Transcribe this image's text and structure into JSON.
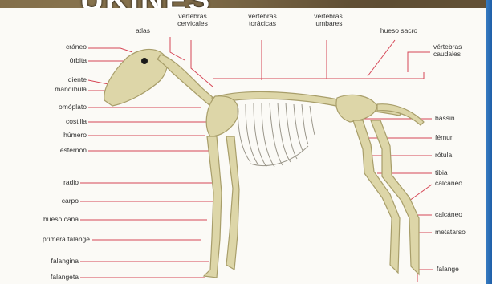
{
  "heading": "UKINES",
  "labels": {
    "top": {
      "atlas": "atlas",
      "vertebras_cervicales": "vértebras\ncervicales",
      "vertebras_toracicas": "vértebras\ntorácicas",
      "vertebras_lumbares": "vértebras\nlumbares",
      "hueso_sacro": "hueso sacro"
    },
    "left": {
      "craneo": "cráneo",
      "orbita": "órbita",
      "diente": "diente",
      "mandibula": "mandíbula",
      "omoplato": "omóplato",
      "costilla": "costilla",
      "humero": "húmero",
      "esternon": "esternón",
      "radio": "radio",
      "carpo": "carpo",
      "hueso_cana": "hueso caña",
      "primera_falange": "primera falange",
      "falangina": "falangina",
      "falangeta": "falangeta"
    },
    "right": {
      "vertebras_caudales": "vértebras\ncaudales",
      "basin": "bassin",
      "femur": "fémur",
      "rotula": "rótula",
      "tibia": "tibia",
      "calcaneo": "calcáneo",
      "calcaneo2": "calcáneo",
      "metatarso": "metatarso",
      "falange": "falange"
    }
  },
  "colors": {
    "leader_line": "#d64555",
    "bone": "#ddd6a8",
    "bone_outline": "#a89e6a",
    "rib": "#9a968a",
    "panel": "#fbfaf6"
  }
}
